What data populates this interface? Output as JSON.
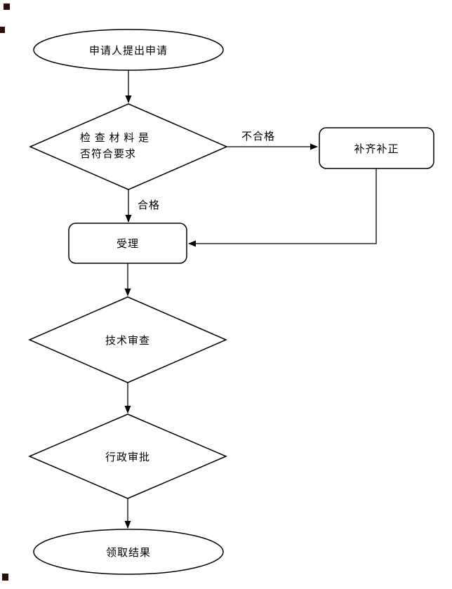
{
  "diagram": {
    "type": "flowchart",
    "nodes": {
      "start": {
        "type": "ellipse",
        "label": "申请人提出申请"
      },
      "check": {
        "type": "decision",
        "label_line1": "检 查 材 料 是",
        "label_line2": "否符合要求"
      },
      "supplement": {
        "type": "process",
        "label": "补齐补正"
      },
      "accept": {
        "type": "process",
        "label": "受理"
      },
      "technical": {
        "type": "decision",
        "label": "技术审查"
      },
      "administrative": {
        "type": "decision",
        "label": "行政审批"
      },
      "end": {
        "type": "ellipse",
        "label": "领取结果"
      }
    },
    "edges": [
      {
        "from": "start",
        "to": "check",
        "label": ""
      },
      {
        "from": "check",
        "to": "supplement",
        "label": "不合格"
      },
      {
        "from": "check",
        "to": "accept",
        "label": "合格"
      },
      {
        "from": "supplement",
        "to": "accept",
        "label": ""
      },
      {
        "from": "accept",
        "to": "technical",
        "label": ""
      },
      {
        "from": "technical",
        "to": "administrative",
        "label": ""
      },
      {
        "from": "administrative",
        "to": "end",
        "label": ""
      }
    ],
    "colors": {
      "stroke": "#000000",
      "fill": "#ffffff",
      "text": "#000000",
      "artifact": "#2e0d0d"
    }
  }
}
